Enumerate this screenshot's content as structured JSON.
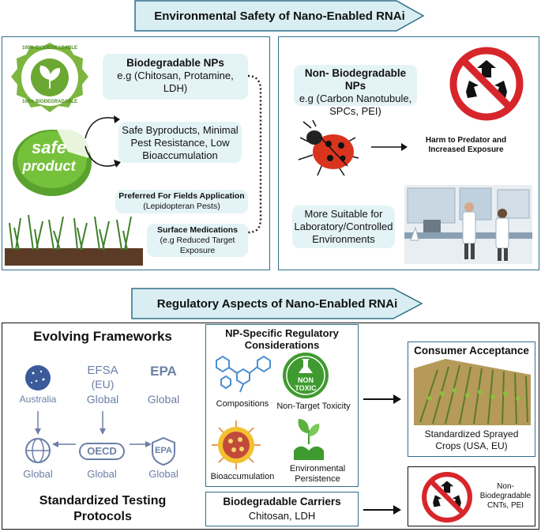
{
  "top_banner": "Environmental Safety of Nano-Enabled RNAi",
  "left_panel": {
    "badge_biodegradable_outer": "100% BIODEGRADABLE",
    "badge_biodegradable_inner": "100% BIODEGRADABLE",
    "safe_product_line1": "safe",
    "safe_product_line2": "product",
    "bio_title": "Biodegradable NPs",
    "bio_examples_line1": "e.g (Chitosan, Protamine,",
    "bio_examples_line2": "LDH)",
    "safe_byproducts_line1": "Safe Byproducts, Minimal",
    "safe_byproducts_line2": "Pest Resistance, Low",
    "safe_byproducts_line3": "Bioaccumulation",
    "preferred_title": "Preferred For Fields Application",
    "preferred_sub": "(Lepidopteran Pests)",
    "surface_title": "Surface Medications",
    "surface_sub1": "(e.g Reduced Target",
    "surface_sub2": "Exposure"
  },
  "right_panel": {
    "nonbio_title": "Non- Biodegradable NPs",
    "nonbio_examples_line1": "e.g (Carbon Nanotubule,",
    "nonbio_examples_line2": "SPCs, PEI)",
    "harm_line1": "Harm to Predator and",
    "harm_line2": "Increased Exposure",
    "lab_line1": "More Suitable for",
    "lab_line2": "Laboratory/Controlled",
    "lab_line3": "Environments"
  },
  "mid_banner": "Regulatory Aspects of Nano-Enabled RNAi",
  "bottom": {
    "evolving_title": "Evolving Frameworks",
    "australia": "Australia",
    "efsa": "EFSA",
    "eu": "(EU)",
    "global_efsa": "Global",
    "epa_top": "EPA",
    "global_epa_top": "Global",
    "global_left": "Global",
    "oecd": "OECD",
    "global_oecd": "Global",
    "epa_bottom": "EPA",
    "global_epa_bottom": "Global",
    "testing_line1": "Standardized Testing",
    "testing_line2": "Protocols",
    "np_title_line1": "NP-Specific Regulatory",
    "np_title_line2": "Considerations",
    "compositions": "Compositions",
    "non_toxic_1": "NON",
    "non_toxic_2": "TOXIC",
    "non_target": "Non-Target Toxicity",
    "bioaccumulation": "Bioaccumulation",
    "env_persist_1": "Environmental",
    "env_persist_2": "Persistence",
    "carriers_title": "Biodegradable Carriers",
    "carriers_sub": "Chitosan, LDH",
    "consumer_title": "Consumer Acceptance",
    "crops_line1": "Standardized Sprayed",
    "crops_line2": "Crops (USA, EU)",
    "nonbio_cnt_line1": "Non-",
    "nonbio_cnt_line2": "Biodegradable",
    "nonbio_cnt_line3": "CNTs, PEI"
  },
  "colors": {
    "panel_border": "#2f6f8a",
    "bubble_fill": "#e4f3f6",
    "banner_fill": "#d9eef3",
    "forbid_red": "#d7262b",
    "leaf_green": "#3f9b2f"
  }
}
